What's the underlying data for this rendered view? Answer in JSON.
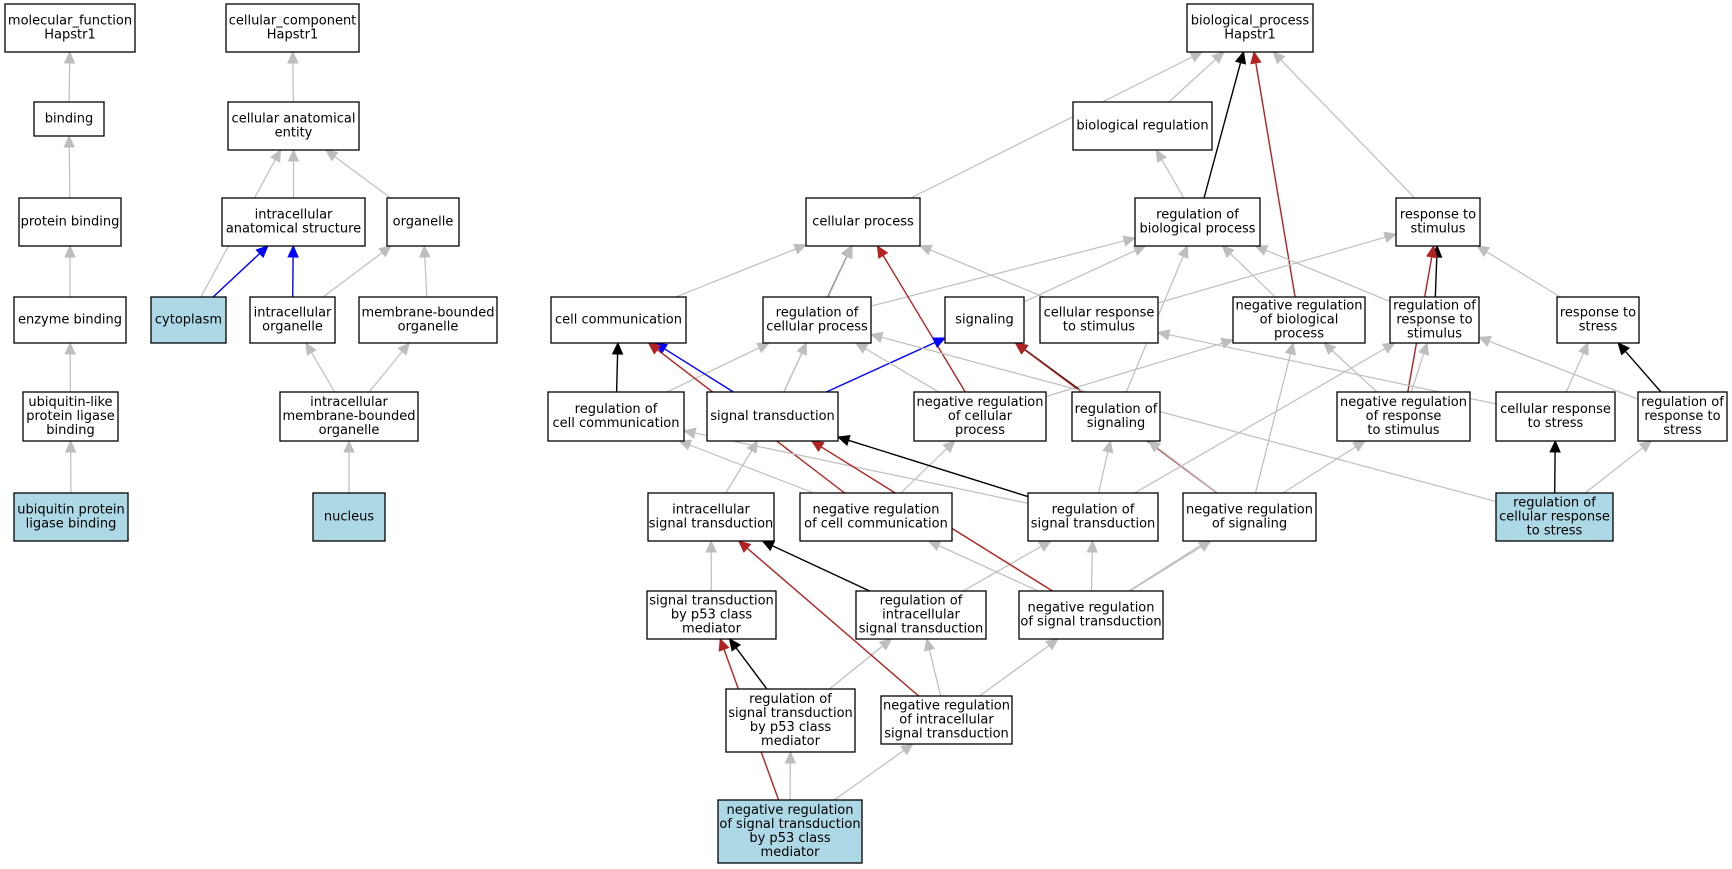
{
  "diagram": {
    "title": "",
    "colors": {
      "annotated_fill": "#add8e6",
      "node_fill": "#ffffff",
      "node_stroke": "#000000",
      "edge_is_a": "#bebebe",
      "edge_regulates": "#000000",
      "edge_part_of": "#0000ff",
      "edge_negatively_regulates": "#b22222"
    },
    "nodes": [
      {
        "id": "mf",
        "lines": [
          "molecular_function",
          "Hapstr1"
        ],
        "highlighted": false
      },
      {
        "id": "binding",
        "lines": [
          "binding"
        ],
        "highlighted": false
      },
      {
        "id": "protbind",
        "lines": [
          "protein binding"
        ],
        "highlighted": false
      },
      {
        "id": "enzbind",
        "lines": [
          "enzyme binding"
        ],
        "highlighted": false
      },
      {
        "id": "ublbind",
        "lines": [
          "ubiquitin-like",
          "protein ligase",
          "binding"
        ],
        "highlighted": false
      },
      {
        "id": "ubpbind",
        "lines": [
          "ubiquitin protein",
          "ligase binding"
        ],
        "highlighted": true
      },
      {
        "id": "cc",
        "lines": [
          "cellular_component",
          "Hapstr1"
        ],
        "highlighted": false
      },
      {
        "id": "cae",
        "lines": [
          "cellular anatomical",
          "entity"
        ],
        "highlighted": false
      },
      {
        "id": "ias",
        "lines": [
          "intracellular",
          "anatomical structure"
        ],
        "highlighted": false
      },
      {
        "id": "organelle",
        "lines": [
          "organelle"
        ],
        "highlighted": false
      },
      {
        "id": "cytoplasm",
        "lines": [
          "cytoplasm"
        ],
        "highlighted": true
      },
      {
        "id": "intorg",
        "lines": [
          "intracellular",
          "organelle"
        ],
        "highlighted": false
      },
      {
        "id": "mbo",
        "lines": [
          "membrane-bounded",
          "organelle"
        ],
        "highlighted": false
      },
      {
        "id": "imbo",
        "lines": [
          "intracellular",
          "membrane-bounded",
          "organelle"
        ],
        "highlighted": false
      },
      {
        "id": "nucleus",
        "lines": [
          "nucleus"
        ],
        "highlighted": true
      },
      {
        "id": "bp",
        "lines": [
          "biological_process",
          "Hapstr1"
        ],
        "highlighted": false
      },
      {
        "id": "bioreg",
        "lines": [
          "biological regulation"
        ],
        "highlighted": false
      },
      {
        "id": "cellproc",
        "lines": [
          "cellular process"
        ],
        "highlighted": false
      },
      {
        "id": "regbp",
        "lines": [
          "regulation of",
          "biological process"
        ],
        "highlighted": false
      },
      {
        "id": "resp",
        "lines": [
          "response to",
          "stimulus"
        ],
        "highlighted": false
      },
      {
        "id": "cellcomm",
        "lines": [
          "cell communication"
        ],
        "highlighted": false
      },
      {
        "id": "regcp",
        "lines": [
          "regulation of",
          "cellular process"
        ],
        "highlighted": false
      },
      {
        "id": "signaling",
        "lines": [
          "signaling"
        ],
        "highlighted": false
      },
      {
        "id": "cellresp",
        "lines": [
          "cellular response",
          "to stimulus"
        ],
        "highlighted": false
      },
      {
        "id": "negbp",
        "lines": [
          "negative regulation",
          "of biological",
          "process"
        ],
        "highlighted": false
      },
      {
        "id": "regresp",
        "lines": [
          "regulation of",
          "response to",
          "stimulus"
        ],
        "highlighted": false
      },
      {
        "id": "respstress",
        "lines": [
          "response to",
          "stress"
        ],
        "highlighted": false
      },
      {
        "id": "regcc",
        "lines": [
          "regulation of",
          "cell communication"
        ],
        "highlighted": false
      },
      {
        "id": "st",
        "lines": [
          "signal transduction"
        ],
        "highlighted": false
      },
      {
        "id": "negcp",
        "lines": [
          "negative regulation",
          "of cellular",
          "process"
        ],
        "highlighted": false
      },
      {
        "id": "regsig",
        "lines": [
          "regulation of",
          "signaling"
        ],
        "highlighted": false
      },
      {
        "id": "negresp",
        "lines": [
          "negative regulation",
          "of response",
          "to stimulus"
        ],
        "highlighted": false
      },
      {
        "id": "cellstress",
        "lines": [
          "cellular response",
          "to stress"
        ],
        "highlighted": false
      },
      {
        "id": "regrs",
        "lines": [
          "regulation of",
          "response to",
          "stress"
        ],
        "highlighted": false
      },
      {
        "id": "ist",
        "lines": [
          "intracellular",
          "signal transduction"
        ],
        "highlighted": false
      },
      {
        "id": "negcc",
        "lines": [
          "negative regulation",
          "of cell communication"
        ],
        "highlighted": false
      },
      {
        "id": "regst",
        "lines": [
          "regulation of",
          "signal transduction"
        ],
        "highlighted": false
      },
      {
        "id": "negsig",
        "lines": [
          "negative regulation",
          "of signaling"
        ],
        "highlighted": false
      },
      {
        "id": "regcrs",
        "lines": [
          "regulation of",
          "cellular response",
          "to stress"
        ],
        "highlighted": true
      },
      {
        "id": "p53st",
        "lines": [
          "signal transduction",
          "by p53 class",
          "mediator"
        ],
        "highlighted": false
      },
      {
        "id": "regist",
        "lines": [
          "regulation of",
          "intracellular",
          "signal transduction"
        ],
        "highlighted": false
      },
      {
        "id": "negst",
        "lines": [
          "negative regulation",
          "of signal transduction"
        ],
        "highlighted": false
      },
      {
        "id": "regp53",
        "lines": [
          "regulation of",
          "signal transduction",
          "by p53 class",
          "mediator"
        ],
        "highlighted": false
      },
      {
        "id": "negist",
        "lines": [
          "negative regulation",
          "of intracellular",
          "signal transduction"
        ],
        "highlighted": false
      },
      {
        "id": "negp53",
        "lines": [
          "negative regulation",
          "of signal transduction",
          "by p53 class",
          "mediator"
        ],
        "highlighted": true
      }
    ],
    "edges": [
      {
        "from": "binding",
        "to": "mf",
        "type": "is_a"
      },
      {
        "from": "protbind",
        "to": "binding",
        "type": "is_a"
      },
      {
        "from": "enzbind",
        "to": "protbind",
        "type": "is_a"
      },
      {
        "from": "ublbind",
        "to": "enzbind",
        "type": "is_a"
      },
      {
        "from": "ubpbind",
        "to": "ublbind",
        "type": "is_a"
      },
      {
        "from": "cae",
        "to": "cc",
        "type": "is_a"
      },
      {
        "from": "ias",
        "to": "cae",
        "type": "is_a"
      },
      {
        "from": "organelle",
        "to": "cae",
        "type": "is_a"
      },
      {
        "from": "cytoplasm",
        "to": "cae",
        "type": "is_a"
      },
      {
        "from": "cytoplasm",
        "to": "ias",
        "type": "part_of"
      },
      {
        "from": "intorg",
        "to": "ias",
        "type": "part_of"
      },
      {
        "from": "intorg",
        "to": "organelle",
        "type": "is_a"
      },
      {
        "from": "mbo",
        "to": "organelle",
        "type": "is_a"
      },
      {
        "from": "imbo",
        "to": "intorg",
        "type": "is_a"
      },
      {
        "from": "imbo",
        "to": "mbo",
        "type": "is_a"
      },
      {
        "from": "nucleus",
        "to": "imbo",
        "type": "is_a"
      },
      {
        "from": "bioreg",
        "to": "bp",
        "type": "is_a"
      },
      {
        "from": "cellproc",
        "to": "bp",
        "type": "is_a"
      },
      {
        "from": "regbp",
        "to": "bp",
        "type": "regulates"
      },
      {
        "from": "regbp",
        "to": "bioreg",
        "type": "is_a"
      },
      {
        "from": "negbp",
        "to": "bp",
        "type": "negatively_regulates"
      },
      {
        "from": "resp",
        "to": "bp",
        "type": "is_a"
      },
      {
        "from": "cellcomm",
        "to": "cellproc",
        "type": "is_a"
      },
      {
        "from": "regcp",
        "to": "cellproc",
        "type": "regulates"
      },
      {
        "from": "regcp",
        "to": "regbp",
        "type": "is_a"
      },
      {
        "from": "negcp",
        "to": "cellproc",
        "type": "negatively_regulates"
      },
      {
        "from": "cellresp",
        "to": "cellproc",
        "type": "is_a"
      },
      {
        "from": "cellresp",
        "to": "resp",
        "type": "is_a"
      },
      {
        "from": "signaling",
        "to": "regbp",
        "type": "is_a"
      },
      {
        "from": "negbp",
        "to": "regbp",
        "type": "is_a"
      },
      {
        "from": "regresp",
        "to": "regbp",
        "type": "is_a"
      },
      {
        "from": "regresp",
        "to": "resp",
        "type": "regulates"
      },
      {
        "from": "negresp",
        "to": "resp",
        "type": "negatively_regulates"
      },
      {
        "from": "respstress",
        "to": "resp",
        "type": "is_a"
      },
      {
        "from": "regcc",
        "to": "cellcomm",
        "type": "regulates"
      },
      {
        "from": "regcc",
        "to": "regcp",
        "type": "is_a"
      },
      {
        "from": "st",
        "to": "cellcomm",
        "type": "part_of"
      },
      {
        "from": "st",
        "to": "signaling",
        "type": "part_of"
      },
      {
        "from": "st",
        "to": "cellproc",
        "type": "is_a"
      },
      {
        "from": "st",
        "to": "regcp",
        "type": "is_a"
      },
      {
        "from": "negcp",
        "to": "regcp",
        "type": "is_a"
      },
      {
        "from": "negcp",
        "to": "negbp",
        "type": "is_a"
      },
      {
        "from": "regsig",
        "to": "signaling",
        "type": "regulates"
      },
      {
        "from": "regsig",
        "to": "regbp",
        "type": "is_a"
      },
      {
        "from": "negsig",
        "to": "signaling",
        "type": "negatively_regulates"
      },
      {
        "from": "negsig",
        "to": "regsig",
        "type": "is_a"
      },
      {
        "from": "negsig",
        "to": "negbp",
        "type": "is_a"
      },
      {
        "from": "negresp",
        "to": "regresp",
        "type": "is_a"
      },
      {
        "from": "negresp",
        "to": "negbp",
        "type": "is_a"
      },
      {
        "from": "cellstress",
        "to": "cellresp",
        "type": "is_a"
      },
      {
        "from": "cellstress",
        "to": "respstress",
        "type": "is_a"
      },
      {
        "from": "regrs",
        "to": "respstress",
        "type": "regulates"
      },
      {
        "from": "regrs",
        "to": "regresp",
        "type": "is_a"
      },
      {
        "from": "regcrs",
        "to": "cellstress",
        "type": "regulates"
      },
      {
        "from": "regcrs",
        "to": "regrs",
        "type": "is_a"
      },
      {
        "from": "regcrs",
        "to": "regcp",
        "type": "is_a"
      },
      {
        "from": "ist",
        "to": "st",
        "type": "is_a"
      },
      {
        "from": "negcc",
        "to": "regcc",
        "type": "is_a"
      },
      {
        "from": "negcc",
        "to": "cellcomm",
        "type": "negatively_regulates"
      },
      {
        "from": "negcc",
        "to": "negcp",
        "type": "is_a"
      },
      {
        "from": "regst",
        "to": "st",
        "type": "regulates"
      },
      {
        "from": "regst",
        "to": "regsig",
        "type": "is_a"
      },
      {
        "from": "regst",
        "to": "regcc",
        "type": "is_a"
      },
      {
        "from": "regst",
        "to": "regresp",
        "type": "is_a"
      },
      {
        "from": "p53st",
        "to": "ist",
        "type": "is_a"
      },
      {
        "from": "regist",
        "to": "ist",
        "type": "regulates"
      },
      {
        "from": "regist",
        "to": "regst",
        "type": "is_a"
      },
      {
        "from": "negst",
        "to": "st",
        "type": "negatively_regulates"
      },
      {
        "from": "negst",
        "to": "regst",
        "type": "is_a"
      },
      {
        "from": "negst",
        "to": "negcc",
        "type": "is_a"
      },
      {
        "from": "negst",
        "to": "negsig",
        "type": "is_a"
      },
      {
        "from": "negst",
        "to": "negresp",
        "type": "is_a"
      },
      {
        "from": "regp53",
        "to": "p53st",
        "type": "regulates"
      },
      {
        "from": "regp53",
        "to": "regist",
        "type": "is_a"
      },
      {
        "from": "negist",
        "to": "ist",
        "type": "negatively_regulates"
      },
      {
        "from": "negist",
        "to": "regist",
        "type": "is_a"
      },
      {
        "from": "negist",
        "to": "negst",
        "type": "is_a"
      },
      {
        "from": "negp53",
        "to": "p53st",
        "type": "negatively_regulates"
      },
      {
        "from": "negp53",
        "to": "regp53",
        "type": "is_a"
      },
      {
        "from": "negp53",
        "to": "negist",
        "type": "is_a"
      }
    ]
  }
}
